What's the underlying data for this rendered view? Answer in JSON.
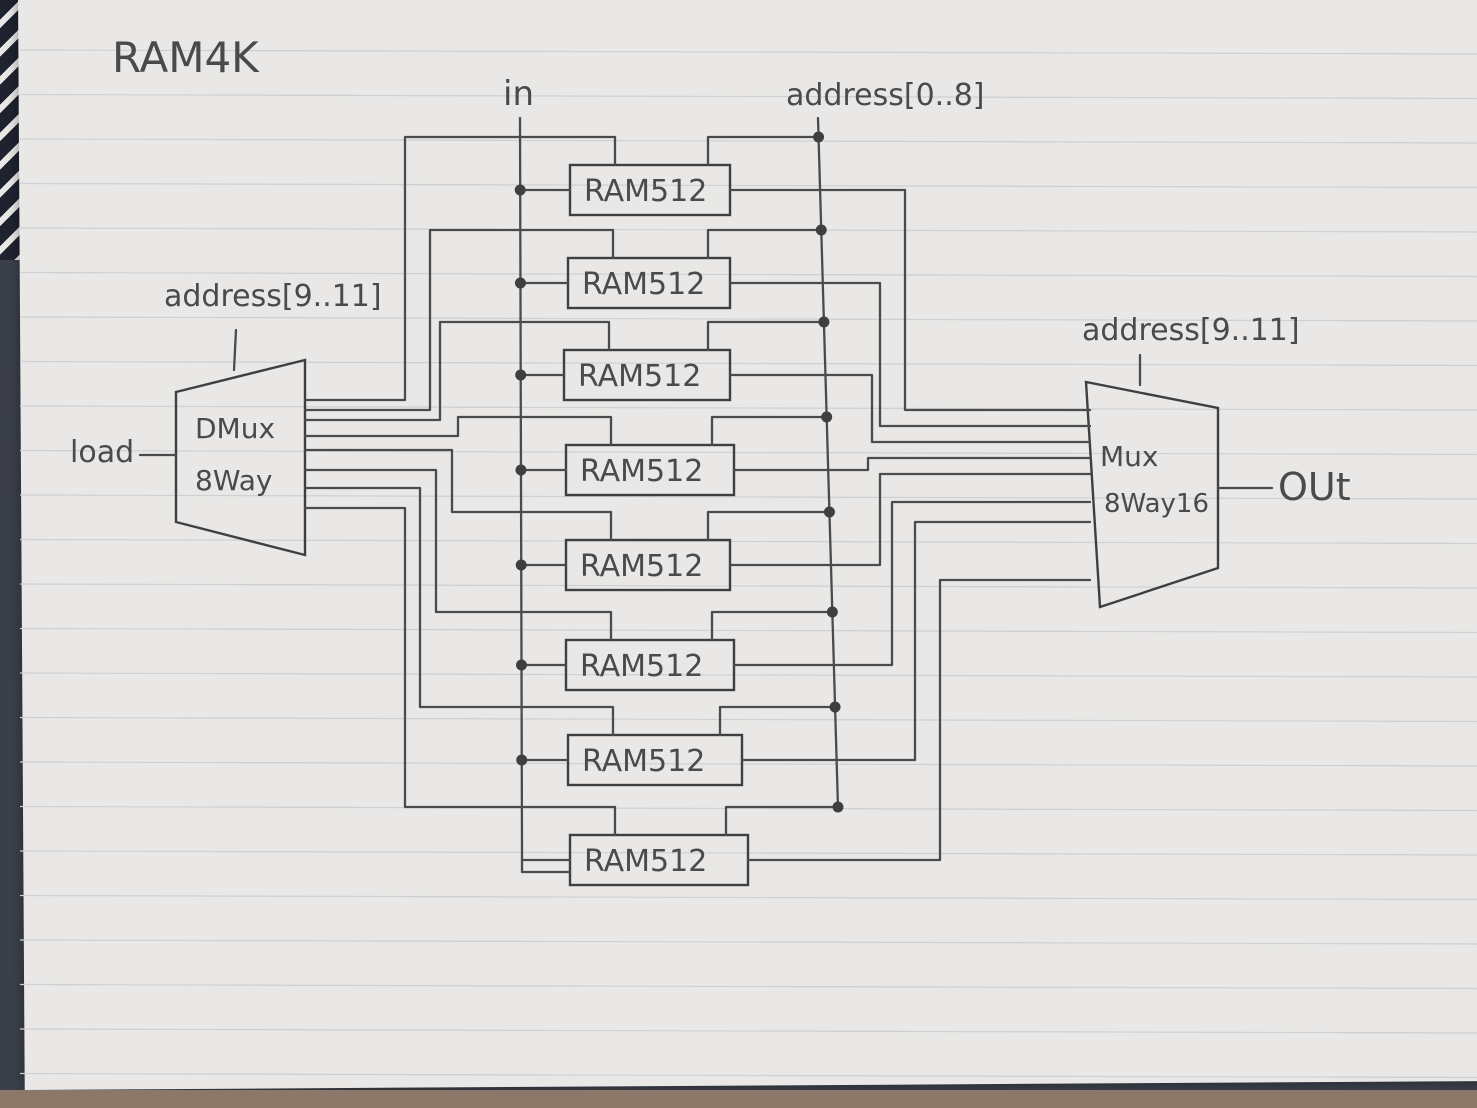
{
  "title": "RAM4K",
  "labels": {
    "in": "in",
    "address_low": "address[0..8]",
    "address_high_dmux": "address[9..11]",
    "address_high_mux": "address[9..11]",
    "load": "load",
    "out": "OUt"
  },
  "dmux": {
    "line1": "DMux",
    "line2": "8Way"
  },
  "mux": {
    "line1": "Mux",
    "line2": "8Way16"
  },
  "rams": [
    "RAM512",
    "RAM512",
    "RAM512",
    "RAM512",
    "RAM512",
    "RAM512",
    "RAM512",
    "RAM512"
  ],
  "colors": {
    "paper": "#e9e8e6",
    "ink": "#4a4a4a",
    "rule": "#cfcfd4",
    "background": "#3b3f4a"
  }
}
